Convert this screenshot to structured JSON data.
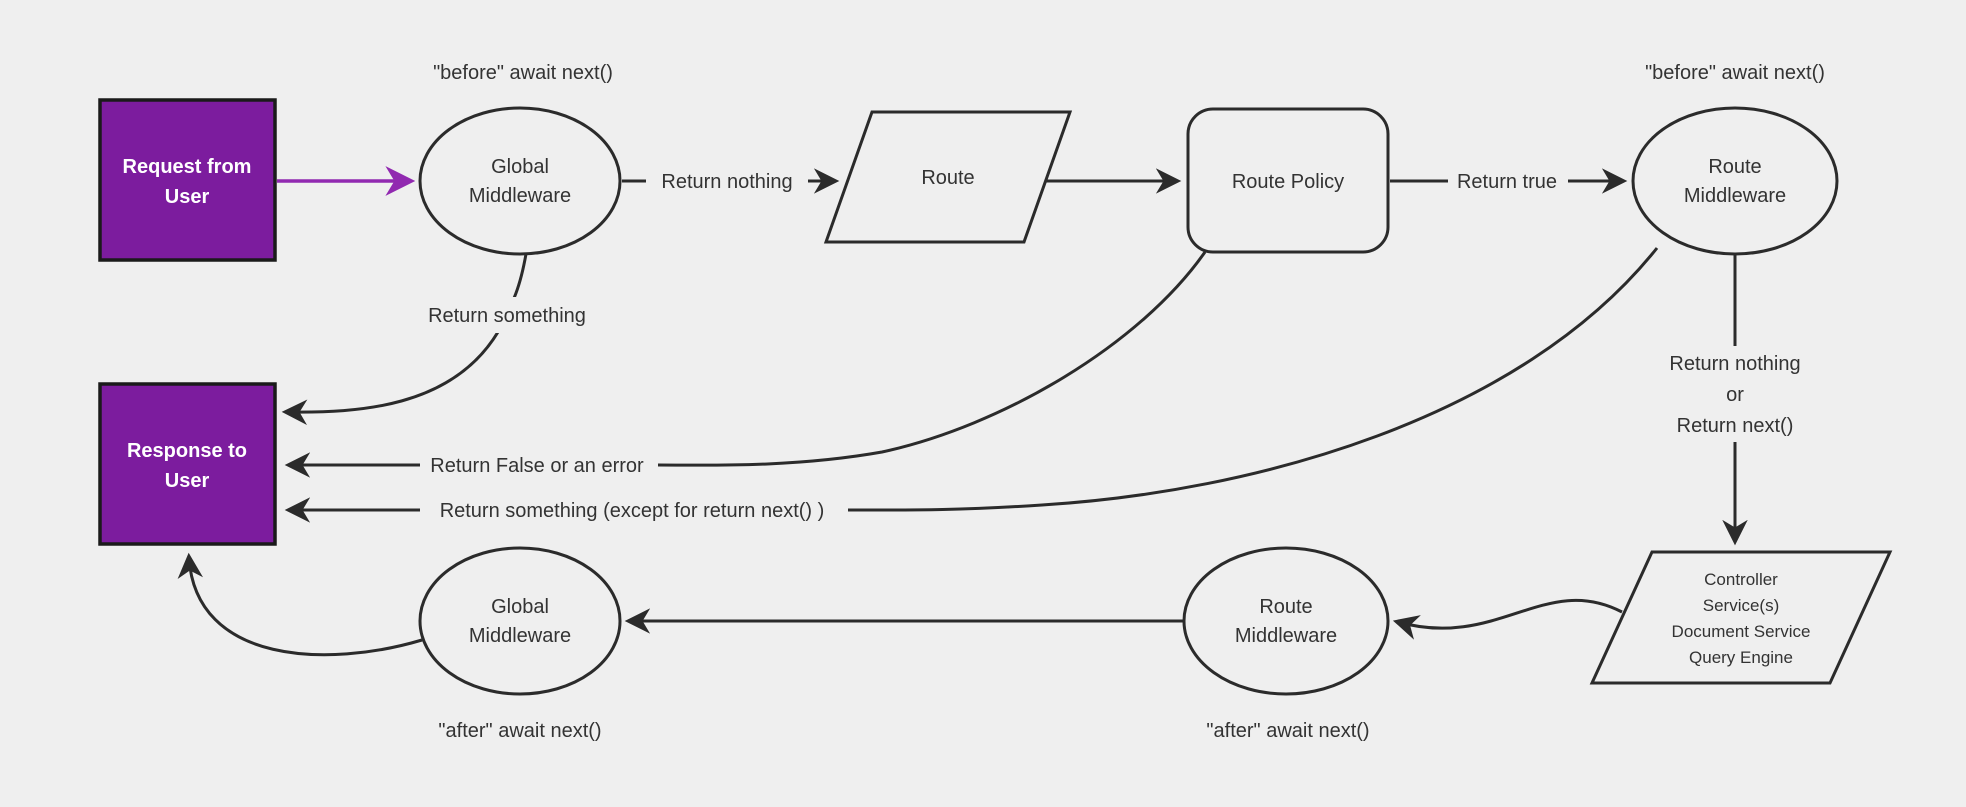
{
  "diagram": {
    "title": "middleware-request-response-flowchart",
    "colors": {
      "background": "#efefef",
      "line_stroke": "#2b2b2b",
      "text": "#333333",
      "purple_node_fill": "#7c1c9e",
      "purple_node_border": "#1a1a1a",
      "purple_arrow": "#9129b0",
      "node_text_white": "#ffffff"
    }
  },
  "nodes": {
    "request": {
      "lines": [
        "Request from",
        "User"
      ]
    },
    "global_middleware_top": {
      "lines": [
        "Global",
        "Middleware"
      ]
    },
    "route": {
      "label": "Route"
    },
    "route_policy": {
      "label": "Route Policy"
    },
    "route_middleware_top": {
      "lines": [
        "Route",
        "Middleware"
      ]
    },
    "controller": {
      "lines": [
        "Controller",
        "Service(s)",
        "Document Service",
        "Query Engine"
      ]
    },
    "route_middleware_bottom": {
      "lines": [
        "Route",
        "Middleware"
      ]
    },
    "global_middleware_bottom": {
      "lines": [
        "Global",
        "Middleware"
      ]
    },
    "response": {
      "lines": [
        "Response to",
        "User"
      ]
    }
  },
  "edge_labels": {
    "before_await_left": "\"before\" await next()",
    "before_await_right": "\"before\" await next()",
    "return_nothing": "Return nothing",
    "return_true": "Return true",
    "return_something": "Return something",
    "return_false_or_error": "Return False or an error",
    "return_something_except": "Return something (except for return next() )",
    "return_nothing_or_next": [
      "Return nothing",
      "or",
      "Return next()"
    ],
    "after_await_left": "\"after\" await next()",
    "after_await_middle": "\"after\" await next()"
  }
}
